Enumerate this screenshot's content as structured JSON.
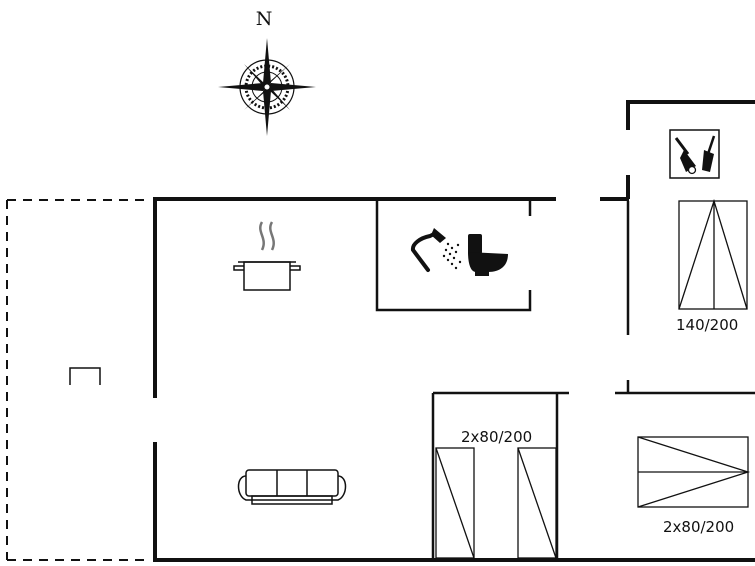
{
  "compass": {
    "north_label": "N",
    "icon": "compass-rose-icon"
  },
  "rooms": {
    "bedroom_right": {
      "bed_label": "140/200"
    },
    "bedroom_middle": {
      "bed_label": "2x80/200"
    },
    "bedroom_bottom_right": {
      "bed_label": "2x80/200"
    }
  },
  "icons": {
    "cooking": "cooking-pot-icon",
    "bathroom": [
      "shower-icon",
      "toilet-icon"
    ],
    "utility": "tools-icon",
    "living": "sofa-icon",
    "terrace": "garden-chair-icon"
  },
  "colors": {
    "wall": "#111111",
    "background": "#ffffff"
  }
}
